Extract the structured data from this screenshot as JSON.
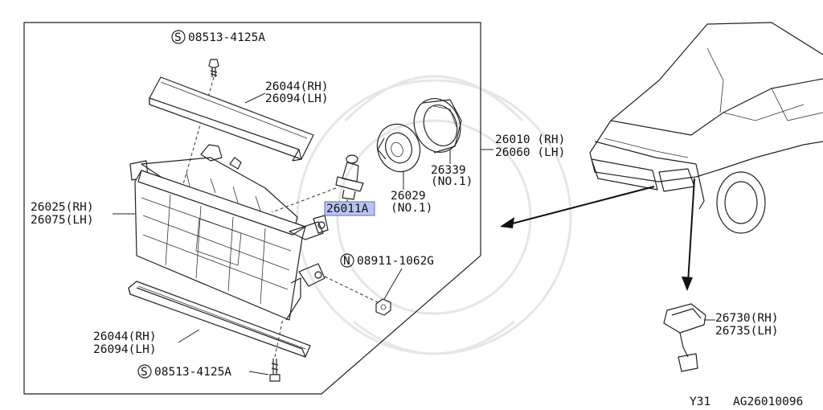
{
  "labels": {
    "screw_top": "08513-4125A",
    "screw_bottom": "08513-4125A",
    "nut": "08911-1062G",
    "molding_top_rh": "26044(RH)",
    "molding_top_lh": "26094(LH)",
    "molding_bottom_rh": "26044(RH)",
    "molding_bottom_lh": "26094(LH)",
    "assembly_rh": "26010 (RH)",
    "assembly_lh": "26060 (LH)",
    "lens_rh": "26025(RH)",
    "lens_lh": "26075(LH)",
    "bulb": "26011A",
    "socket_part": "26029",
    "socket_no": "(NO.1)",
    "cap_part": "26339",
    "cap_no": "(NO.1)",
    "side_lamp_rh": "26730(RH)",
    "side_lamp_lh": "26735(LH)",
    "circle_s": "S",
    "circle_n": "N"
  },
  "footer": {
    "model": "Y31",
    "code": "AG26010096"
  },
  "colors": {
    "highlight": "#b9c5ef",
    "highlight_border": "#5a6fc4"
  }
}
